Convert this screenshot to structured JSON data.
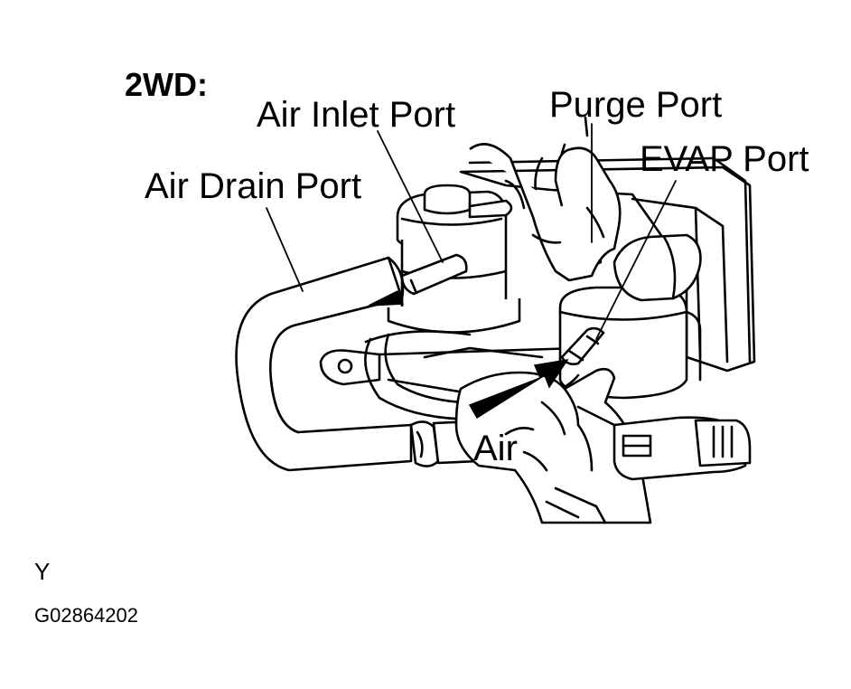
{
  "diagram": {
    "heading": "2WD:",
    "labels": {
      "air_inlet_port": "Air Inlet Port",
      "purge_port": "Purge Port",
      "evap_port": "EVAP Port",
      "air_drain_port": "Air Drain Port",
      "air": "Air"
    },
    "footer": {
      "code_letter": "Y",
      "figure_id": "G02864202"
    }
  }
}
